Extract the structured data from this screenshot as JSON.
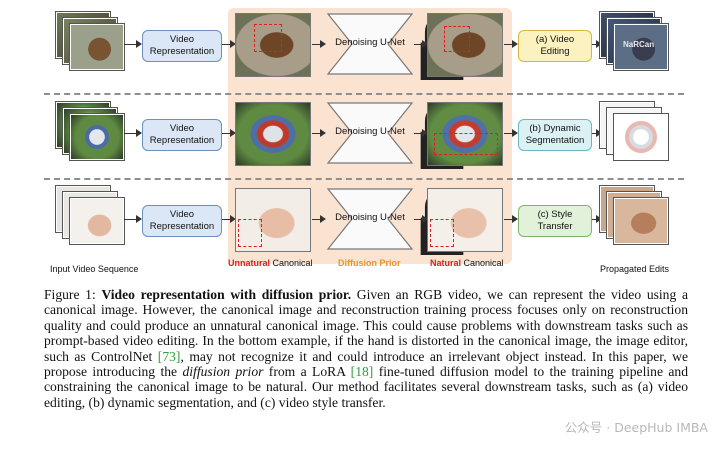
{
  "figure": {
    "video_representation_label": "Video\nRepresentation",
    "unet_label": "Denoising U-Net",
    "rows": [
      {
        "task_label": "(a) Video\nEditing",
        "task_color": "#fcf2bf",
        "theme": "bear",
        "overlay_text": "NaRCan"
      },
      {
        "task_label": "(b) Dynamic\nSegmentation",
        "task_color": "#dcf1f3",
        "theme": "train"
      },
      {
        "task_label": "(c) Style\nTransfer",
        "task_color": "#e2f2da",
        "theme": "face"
      }
    ],
    "input_label": "Input Video Sequence",
    "output_label": "Propagated Edits",
    "unnatural_word": "Unnatural",
    "canonical_word": "Canonical",
    "natural_word": "Natural",
    "prior_label": "Diffusion Prior",
    "colors": {
      "prior_panel": "#fbe3d2",
      "unnatural": "#d62020",
      "prior": "#e8961e",
      "rep_box": "#dbe7f6"
    }
  },
  "caption": {
    "prefix": "Figure 1:",
    "title": "Video representation with diffusion prior.",
    "p1": " Given an RGB video, we can represent the video using a canonical image. However, the canonical image and reconstruction training process focuses only on reconstruction quality and could produce an unnatural canonical image. This could cause problems with downstream tasks such as prompt-based video editing. In the bottom example, if the hand is distorted in the canonical image, the image editor, such as ControlNet ",
    "cite1": "[73]",
    "p2": ", may not recognize it and could introduce an irrelevant object instead. In this paper, we propose introducing the ",
    "em": "diffusion prior",
    "p3": " from a LoRA ",
    "cite2": "[18]",
    "p4": " fine-tuned diffusion model to the training pipeline and constraining the canonical image to be natural. Our method facilitates several downstream tasks, such as (a) video editing, (b) dynamic segmentation, and (c) video style transfer."
  },
  "watermark": "公众号 · DeepHub IMBA"
}
